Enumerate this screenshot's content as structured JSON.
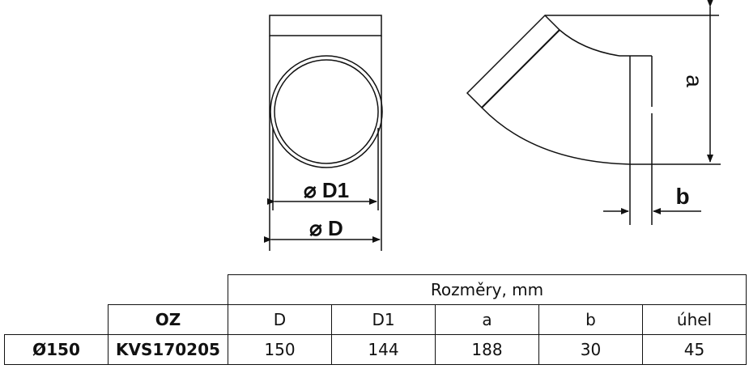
{
  "drawing": {
    "front_view": {
      "label_d1": "⌀ D1",
      "label_d": "⌀ D"
    },
    "side_view": {
      "label_a": "a",
      "label_b": "b"
    }
  },
  "table": {
    "group_header": "Rozměry, mm",
    "columns": [
      "OZ",
      "D",
      "D1",
      "a",
      "b",
      "úhel"
    ],
    "rows": [
      {
        "size": "Ø150",
        "oz": "KVS170205",
        "D": "150",
        "D1": "144",
        "a": "188",
        "b": "30",
        "uhel": "45"
      }
    ]
  }
}
